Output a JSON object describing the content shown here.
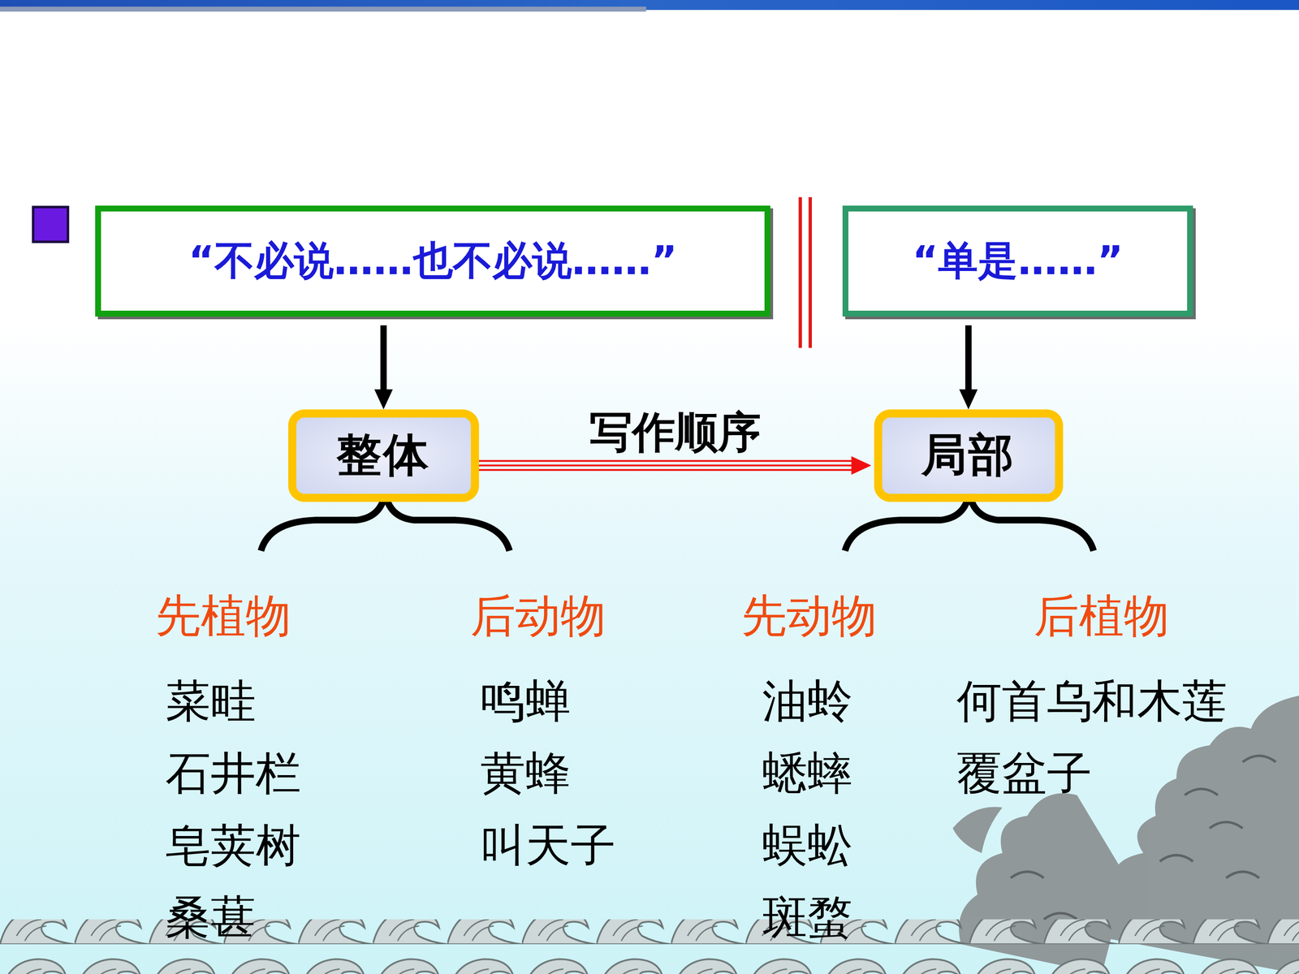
{
  "diagram": {
    "nodes": [
      {
        "text": [
          "“不必说……也不必说……”"
        ]
      },
      {
        "text": [
          "“单是……”"
        ]
      },
      {
        "text": [
          "整体"
        ]
      },
      {
        "text": [
          "局部"
        ]
      }
    ],
    "edges": [
      {
        "from": 0,
        "to": 2,
        "arrow": "to"
      },
      {
        "from": 1,
        "to": 3,
        "arrow": "to"
      },
      {
        "from": 2,
        "to": 3,
        "label": "写作顺序",
        "arrow": "to"
      }
    ],
    "labels": [
      "先植物",
      "后动物",
      "先动物",
      "后植物",
      "菜畦",
      "石井栏",
      "皂荚树",
      "桑葚",
      "鸣蝉",
      "黄蜂",
      "叫天子",
      "油蛉",
      "蟋蟀",
      "蜈蚣",
      "斑蝥",
      "何首乌和木莲",
      "覆盆子"
    ]
  }
}
